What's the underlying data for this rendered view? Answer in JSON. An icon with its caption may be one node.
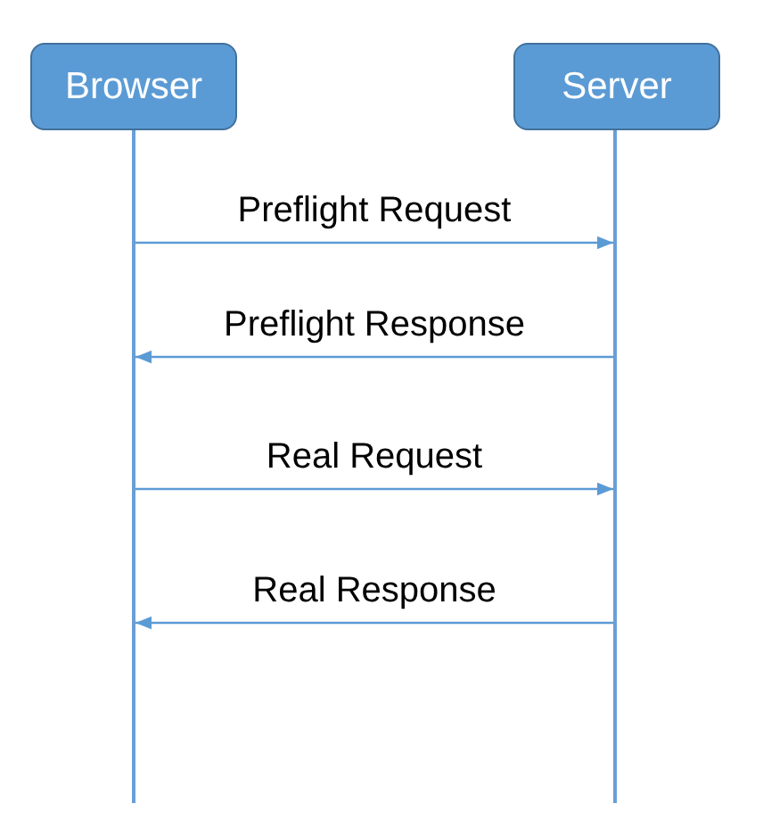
{
  "diagram": {
    "nodes": [
      {
        "text": [
          "Browser"
        ]
      },
      {
        "text": [
          "Server"
        ]
      },
      {
        "text": [],
        "shape": "line"
      },
      {
        "text": [],
        "shape": "line"
      }
    ],
    "edges": [
      {
        "from": 2,
        "to": 3,
        "arrow": "to",
        "label": "Preflight Request"
      },
      {
        "from": 3,
        "to": 2,
        "arrow": "to",
        "label": "Preflight Response"
      },
      {
        "from": 2,
        "to": 3,
        "arrow": "to",
        "label": "Real Request"
      },
      {
        "from": 3,
        "to": 2,
        "arrow": "to",
        "label": "Real Response"
      }
    ]
  }
}
